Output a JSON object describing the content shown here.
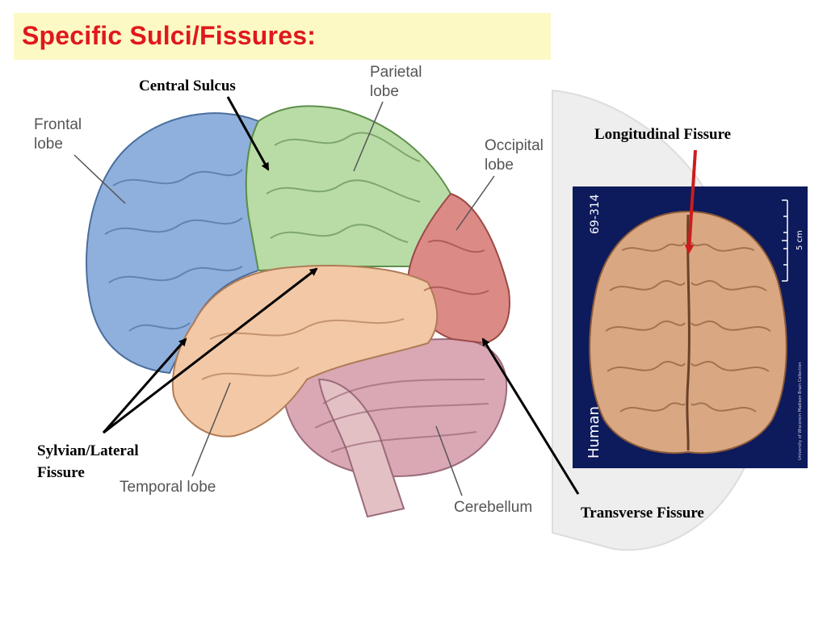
{
  "slide": {
    "title": "Specific Sulci/Fissures:"
  },
  "diagram_labels": {
    "frontal": [
      "Frontal",
      "lobe"
    ],
    "parietal": [
      "Parietal",
      "lobe"
    ],
    "occipital": [
      "Occipital",
      "lobe"
    ],
    "temporal": "Temporal lobe",
    "cerebellum": "Cerebellum"
  },
  "callouts": {
    "central_sulcus": "Central Sulcus",
    "sylvian": [
      "Sylvian/Lateral",
      "Fissure"
    ],
    "longitudinal": "Longitudinal Fissure",
    "transverse": "Transverse Fissure"
  },
  "photo": {
    "specimen_id": "69-314",
    "species": "Human",
    "scale_label": "5 cm",
    "credit": "University of Wisconsin Madison Brain Collection"
  },
  "colors": {
    "title": "#e0181c",
    "title_band": "#fdf9c4",
    "frontal": "#8fb0dc",
    "parietal": "#b9dca6",
    "occipital": "#dc8a86",
    "temporal": "#f2c8a6",
    "cerebellum": "#d9a8b4",
    "photo_bg": "#0d1a5c",
    "photo_brain": "#d9a882",
    "longitudinal_arrow": "#cc1d1d"
  }
}
